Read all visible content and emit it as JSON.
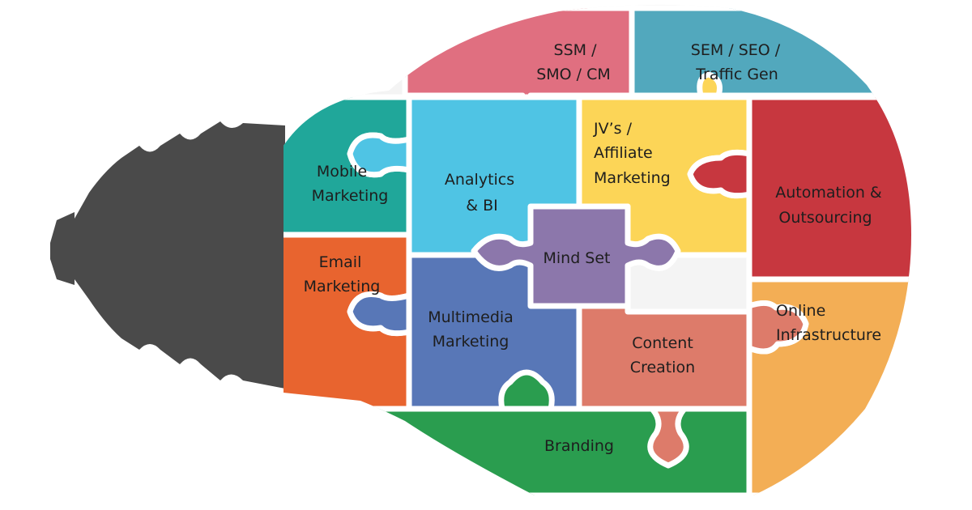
{
  "colors": {
    "base": "#4a4a4a",
    "glass": "#f4f4f4",
    "ssm": "#e06f80",
    "sem": "#52a8bd",
    "mobile": "#20a79a",
    "analytics": "#4fc4e4",
    "jv": "#fcd557",
    "automation": "#c7373f",
    "email": "#e8642f",
    "mindset": "#8c77ab",
    "multimedia": "#5877b7",
    "content": "#dd7b6a",
    "online": "#f3ae55",
    "branding": "#2a9d4f"
  },
  "pieces": {
    "ssm": {
      "line1": "SSM /",
      "line2": "SMO / CM"
    },
    "sem": {
      "line1": "SEM / SEO /",
      "line2": "Traffic Gen"
    },
    "mobile": {
      "line1": "Mobile",
      "line2": "Marketing"
    },
    "analytics": {
      "line1": "Analytics",
      "line2": "& BI"
    },
    "jv": {
      "line1": "JV’s /",
      "line2": "Affiliate",
      "line3": "Marketing"
    },
    "automation": {
      "line1": "Automation &",
      "line2": "Outsourcing"
    },
    "email": {
      "line1": "Email",
      "line2": "Marketing"
    },
    "mindset": {
      "line1": "Mind Set"
    },
    "multimedia": {
      "line1": "Multimedia",
      "line2": "Marketing"
    },
    "content": {
      "line1": "Content",
      "line2": "Creation"
    },
    "online": {
      "line1": "Online",
      "line2": "Infrastructure"
    },
    "branding": {
      "line1": "Branding"
    }
  }
}
